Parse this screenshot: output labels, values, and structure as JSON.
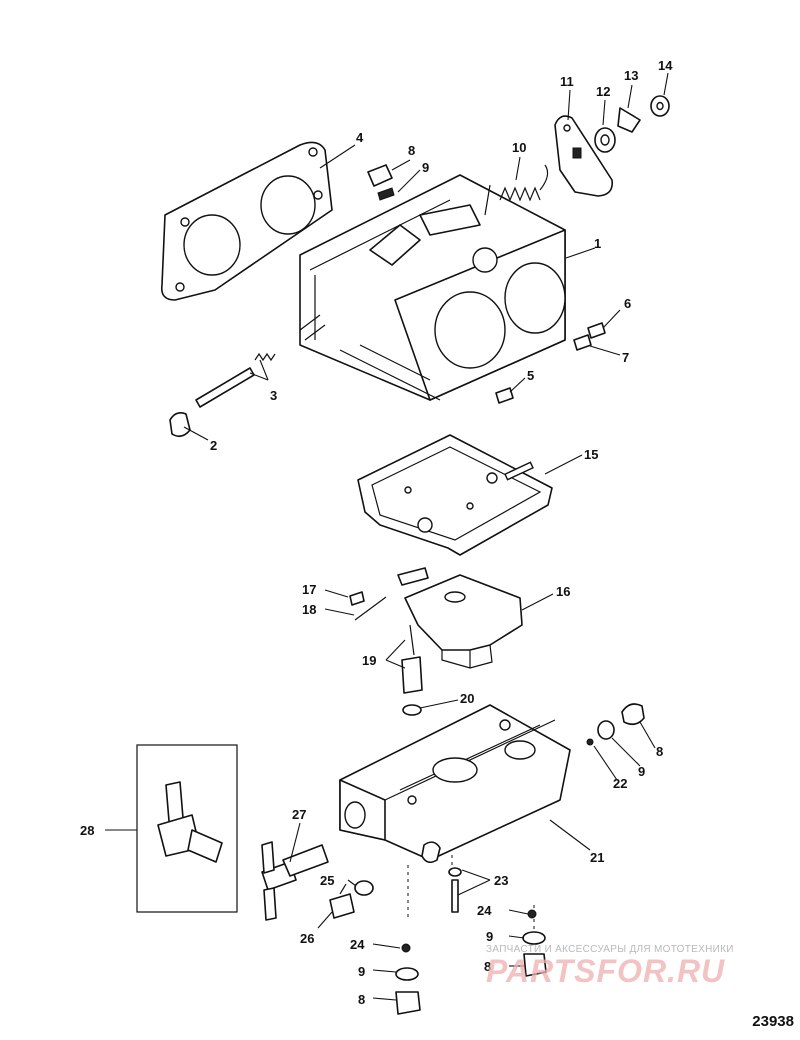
{
  "diagram": {
    "id": "23938",
    "callouts": [
      "1",
      "2",
      "3",
      "4",
      "5",
      "6",
      "7",
      "8",
      "9",
      "10",
      "11",
      "12",
      "13",
      "14",
      "15",
      "16",
      "17",
      "18",
      "19",
      "20",
      "21",
      "22",
      "23",
      "24",
      "25",
      "26",
      "27",
      "28",
      "8",
      "9",
      "24",
      "9",
      "8",
      "24",
      "9",
      "8"
    ]
  },
  "watermark": {
    "tagline": "ЗАПЧАСТИ И АКСЕССУАРЫ ДЛЯ МОТОТЕХНИКИ",
    "logo": "PARTSFOR.RU"
  }
}
